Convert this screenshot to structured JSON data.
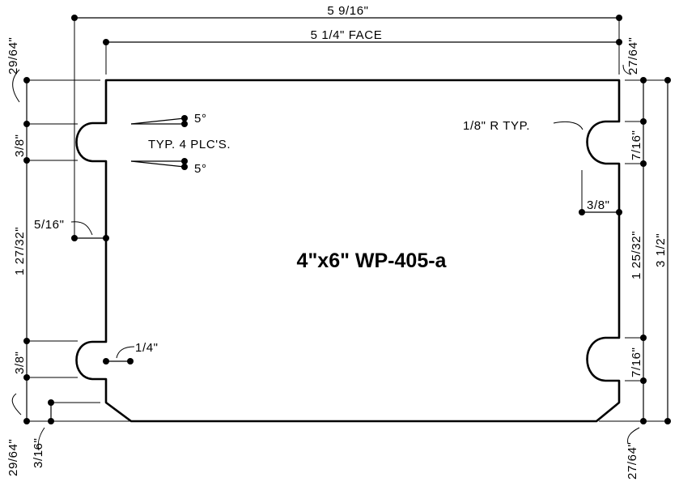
{
  "title": "4\"x6\"  WP-405-a",
  "dimensions": {
    "overall_width": "5 9/16\"",
    "face_width": "5 1/4\" FACE",
    "left_top_offset": "29/64\"",
    "right_top_offset": "27/64\"",
    "left_bottom_offset": "29/64\"",
    "right_bottom_offset": "27/64\"",
    "left_notch_top": "3/8\"",
    "left_notch_bottom": "3/8\"",
    "left_span": "1 27/32\"",
    "left_depth": "5/16\"",
    "bottom_chamfer": "3/16\"",
    "notch_inner": "1/4\"",
    "right_notch_top": "7/16\"",
    "right_notch_bottom": "7/16\"",
    "right_span": "1 25/32\"",
    "right_depth": "3/8\"",
    "overall_height": "3 1/2\"",
    "radius_note": "1/8\" R TYP.",
    "angle_top": "5°",
    "angle_bottom": "5°",
    "typ_note": "TYP. 4 PLC'S."
  }
}
